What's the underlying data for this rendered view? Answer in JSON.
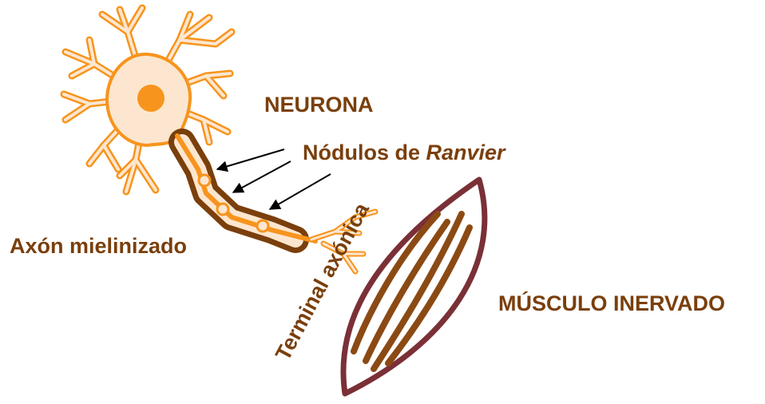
{
  "labels": {
    "neurona": "NEURONA",
    "nodulos_prefix": "Nódulos de ",
    "nodulos_italic": "Ranvier",
    "axon": "Axón mielinizado",
    "terminal": "Terminal axónica",
    "musculo": "MÚSCULO INERVADO"
  },
  "colors": {
    "label_text": "#7a3f0c",
    "neuron_outline": "#f7941d",
    "neuron_fill": "#fde6cf",
    "nucleus": "#f7941d",
    "myelin_sheath": "#7a3f0c",
    "muscle_outline": "#7a3036",
    "muscle_fibers": "#8b4a14",
    "arrows": "#000000"
  }
}
